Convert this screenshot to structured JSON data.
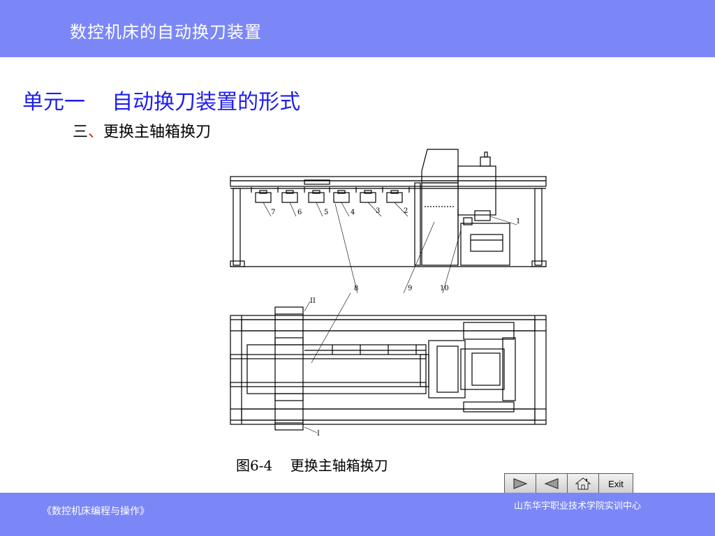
{
  "header": {
    "title": "数控机床的自动换刀装置"
  },
  "unit": {
    "title": "单元一    自动换刀装置的形式"
  },
  "section": {
    "num": "三",
    "sep": "、",
    "text": "更换主轴箱换刀"
  },
  "figure": {
    "labels": {
      "n7": "7",
      "n6": "6",
      "n5": "5",
      "n4": "4",
      "n3": "3",
      "n2": "2",
      "n1": "1",
      "n8": "8",
      "n9": "9",
      "n10": "10",
      "roman2": "II",
      "roman1": "I"
    },
    "caption": "图6-4    更换主轴箱换刀"
  },
  "nav": {
    "exit_label": "Exit"
  },
  "footer": {
    "left": "《数控机床编程与操作》",
    "right": "山东华宇职业技术学院实训中心"
  },
  "colors": {
    "bar": "#7b87f7",
    "unit_title": "#1d1df0",
    "separator": "#d02020"
  }
}
